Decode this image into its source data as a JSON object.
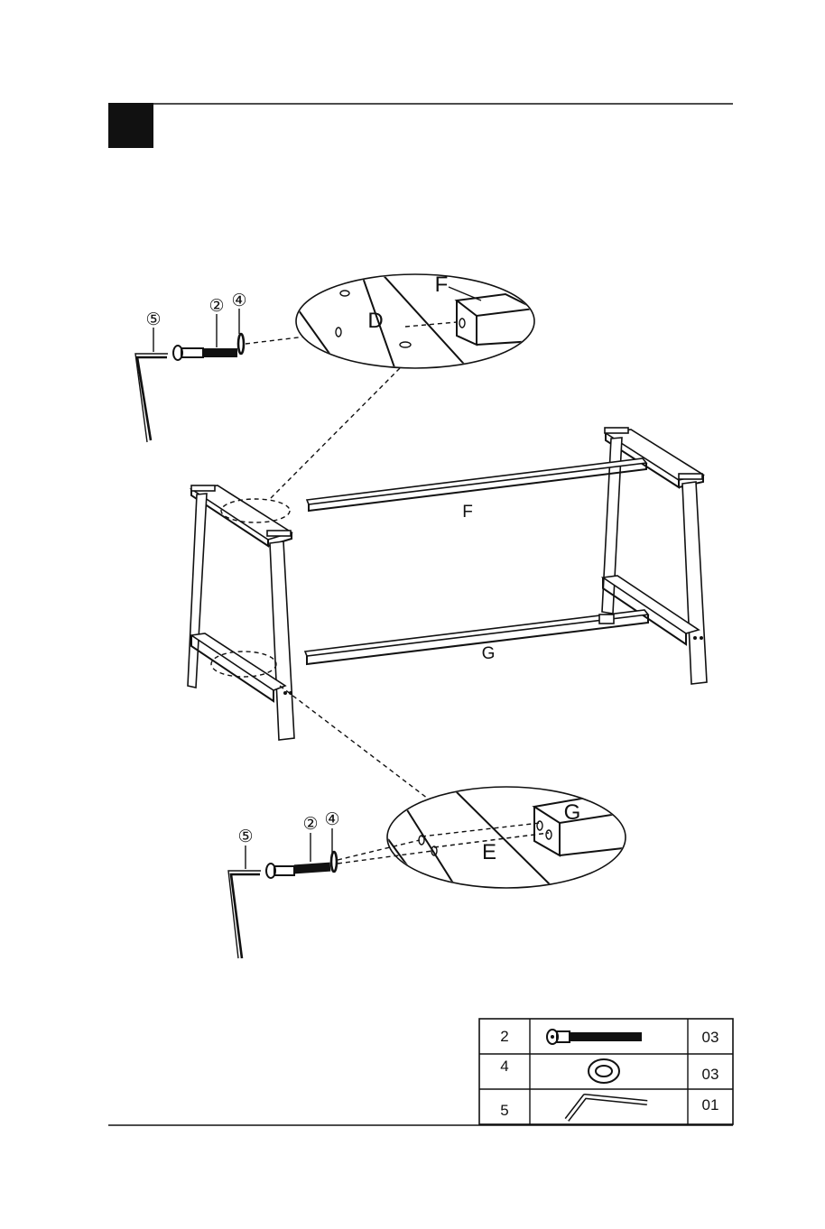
{
  "header": {
    "step_number": ""
  },
  "callouts": {
    "top": {
      "part_label": "F",
      "area_label": "D",
      "items": [
        "⑤",
        "②",
        "④"
      ]
    },
    "bottom": {
      "part_label": "G",
      "area_label": "E",
      "items": [
        "⑤",
        "②",
        "④"
      ]
    }
  },
  "frame_labels": {
    "top_rail": "F",
    "bottom_rail": "G"
  },
  "hardware_table": {
    "rows": [
      {
        "id": "2",
        "icon": "bolt-icon",
        "qty": "03"
      },
      {
        "id": "4",
        "icon": "washer-icon",
        "qty": "03"
      },
      {
        "id": "5",
        "icon": "allen-key-icon",
        "qty": "01"
      }
    ]
  },
  "colors": {
    "ink": "#111111",
    "background": "#ffffff"
  }
}
